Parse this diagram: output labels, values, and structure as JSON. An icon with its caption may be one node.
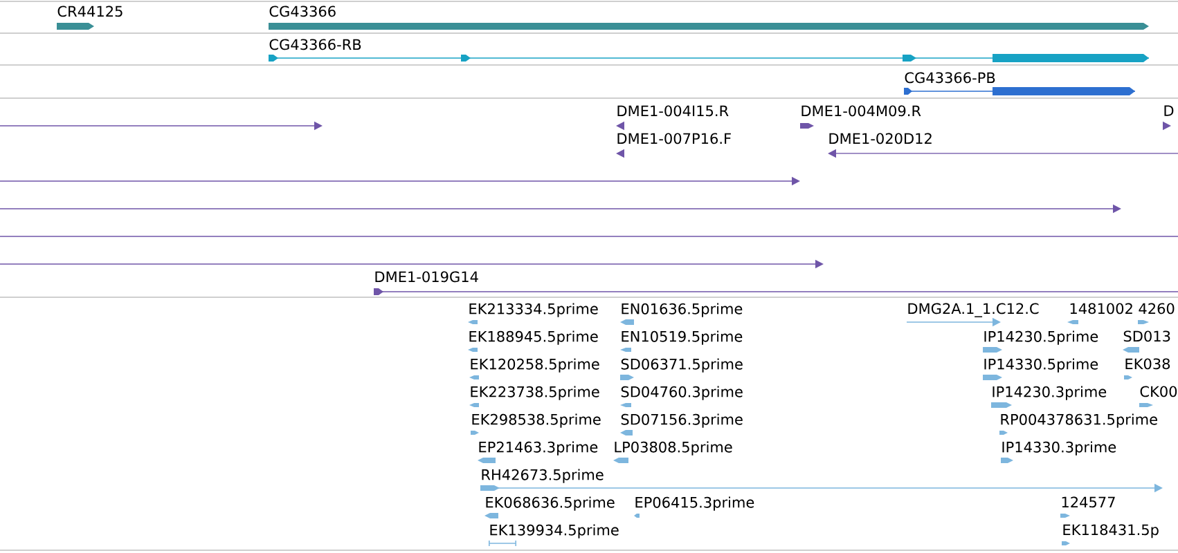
{
  "diagram": {
    "nodes": [
      {
        "text": [
          "CR44125"
        ]
      },
      {
        "text": [
          "CG43366"
        ]
      },
      {
        "text": [
          "CG43366-RB"
        ]
      },
      {
        "text": [
          "CG43366-PB"
        ]
      },
      {
        "text": [],
        "shape": "bar"
      },
      {
        "text": [
          "DME1-004I15.R"
        ]
      },
      {
        "text": [
          "DME1-004M09.R"
        ]
      },
      {
        "text": [
          "D"
        ]
      },
      {
        "text": [
          "DME1-007P16.F"
        ]
      },
      {
        "text": [
          "DME1-020D12"
        ]
      },
      {
        "text": [],
        "shape": "bar"
      },
      {
        "text": [],
        "shape": "bar"
      },
      {
        "text": [],
        "shape": "bar"
      },
      {
        "text": [],
        "shape": "bar"
      },
      {
        "text": [
          "DME1-019G14"
        ]
      },
      {
        "text": [
          "EK213334.5prime"
        ]
      },
      {
        "text": [
          "EN01636.5prime"
        ]
      },
      {
        "text": [
          "DMG2A.1_1.C12.C"
        ]
      },
      {
        "text": [
          "1481002"
        ]
      },
      {
        "text": [
          "4260"
        ]
      },
      {
        "text": [
          "EK188945.5prime"
        ]
      },
      {
        "text": [
          "EN10519.5prime"
        ]
      },
      {
        "text": [
          "IP14230.5prime"
        ]
      },
      {
        "text": [
          "SD013"
        ]
      },
      {
        "text": [
          "EK120258.5prime"
        ]
      },
      {
        "text": [
          "SD06371.5prime"
        ]
      },
      {
        "text": [
          "IP14330.5prime"
        ]
      },
      {
        "text": [
          "EK038"
        ]
      },
      {
        "text": [
          "EK223738.5prime"
        ]
      },
      {
        "text": [
          "SD04760.3prime"
        ]
      },
      {
        "text": [
          "IP14230.3prime"
        ]
      },
      {
        "text": [
          "CK00"
        ]
      },
      {
        "text": [
          "EK298538.5prime"
        ]
      },
      {
        "text": [
          "SD07156.3prime"
        ]
      },
      {
        "text": [
          "RP004378631.5prime"
        ]
      },
      {
        "text": [
          "EP21463.3prime"
        ]
      },
      {
        "text": [
          "LP03808.5prime"
        ]
      },
      {
        "text": [
          "IP14330.3prime"
        ]
      },
      {
        "text": [
          "RH42673.5prime"
        ]
      },
      {
        "text": [
          "EK068636.5prime"
        ]
      },
      {
        "text": [
          "EP06415.3prime"
        ]
      },
      {
        "text": [
          "124577"
        ]
      },
      {
        "text": [
          "EK139934.5prime"
        ]
      },
      {
        "text": [
          "EK118431.5p"
        ]
      }
    ]
  }
}
